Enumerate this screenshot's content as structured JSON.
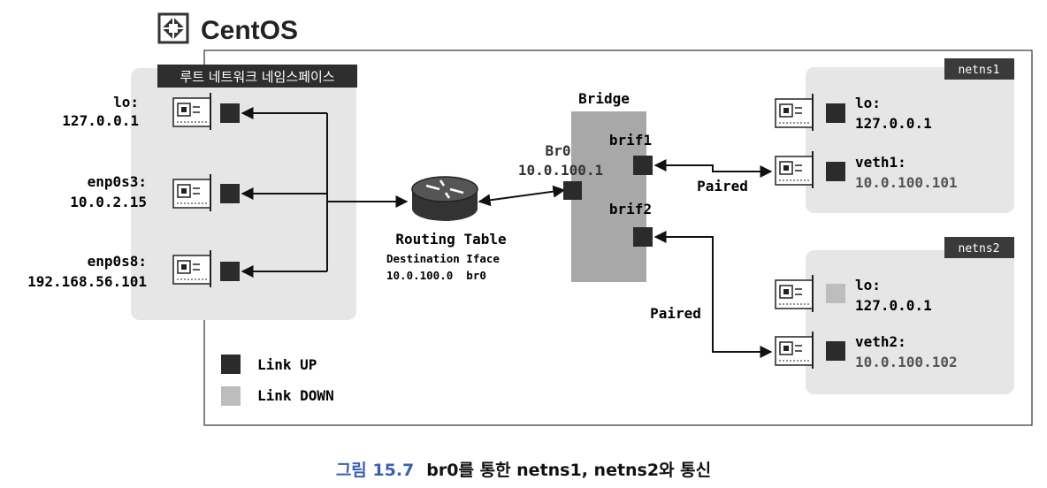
{
  "brand": {
    "name": "CentOS",
    "logo_icon": "centos-logo-icon"
  },
  "root_ns": {
    "title": "루트 네트워크 네임스페이스",
    "interfaces": [
      {
        "name": "lo:",
        "ip": "127.0.0.1",
        "state": "up"
      },
      {
        "name": "enp0s3:",
        "ip": "10.0.2.15",
        "state": "up"
      },
      {
        "name": "enp0s8:",
        "ip": "192.168.56.101",
        "state": "up"
      }
    ]
  },
  "router": {
    "icon": "router-icon",
    "title": "Routing Table",
    "header": "Destination Iface",
    "row": "10.0.100.0  br0"
  },
  "bridge": {
    "title": "Bridge",
    "br0_name": "Br0",
    "br0_ip": "10.0.100.1",
    "brif1": "brif1",
    "brif2": "brif2"
  },
  "netns1": {
    "tag": "netns1",
    "interfaces": [
      {
        "name": "lo:",
        "ip": "127.0.0.1",
        "state": "up"
      },
      {
        "name": "veth1:",
        "ip": "10.0.100.101",
        "state": "up"
      }
    ]
  },
  "netns2": {
    "tag": "netns2",
    "interfaces": [
      {
        "name": "lo:",
        "ip": "127.0.0.1",
        "state": "down"
      },
      {
        "name": "veth2:",
        "ip": "10.0.100.102",
        "state": "up"
      }
    ]
  },
  "links": {
    "paired1": "Paired",
    "paired2": "Paired"
  },
  "legend": {
    "up": "Link UP",
    "down": "Link DOWN"
  },
  "colors": {
    "link_up": "#2b2b2b",
    "link_down": "#bdbdbd",
    "panel": "#e6e6e6",
    "bridge": "#a8a8a8",
    "caption_accent": "#3b5fb0"
  },
  "caption": {
    "figure": "그림 15.7",
    "text": "br0를 통한 netns1, netns2와 통신"
  }
}
